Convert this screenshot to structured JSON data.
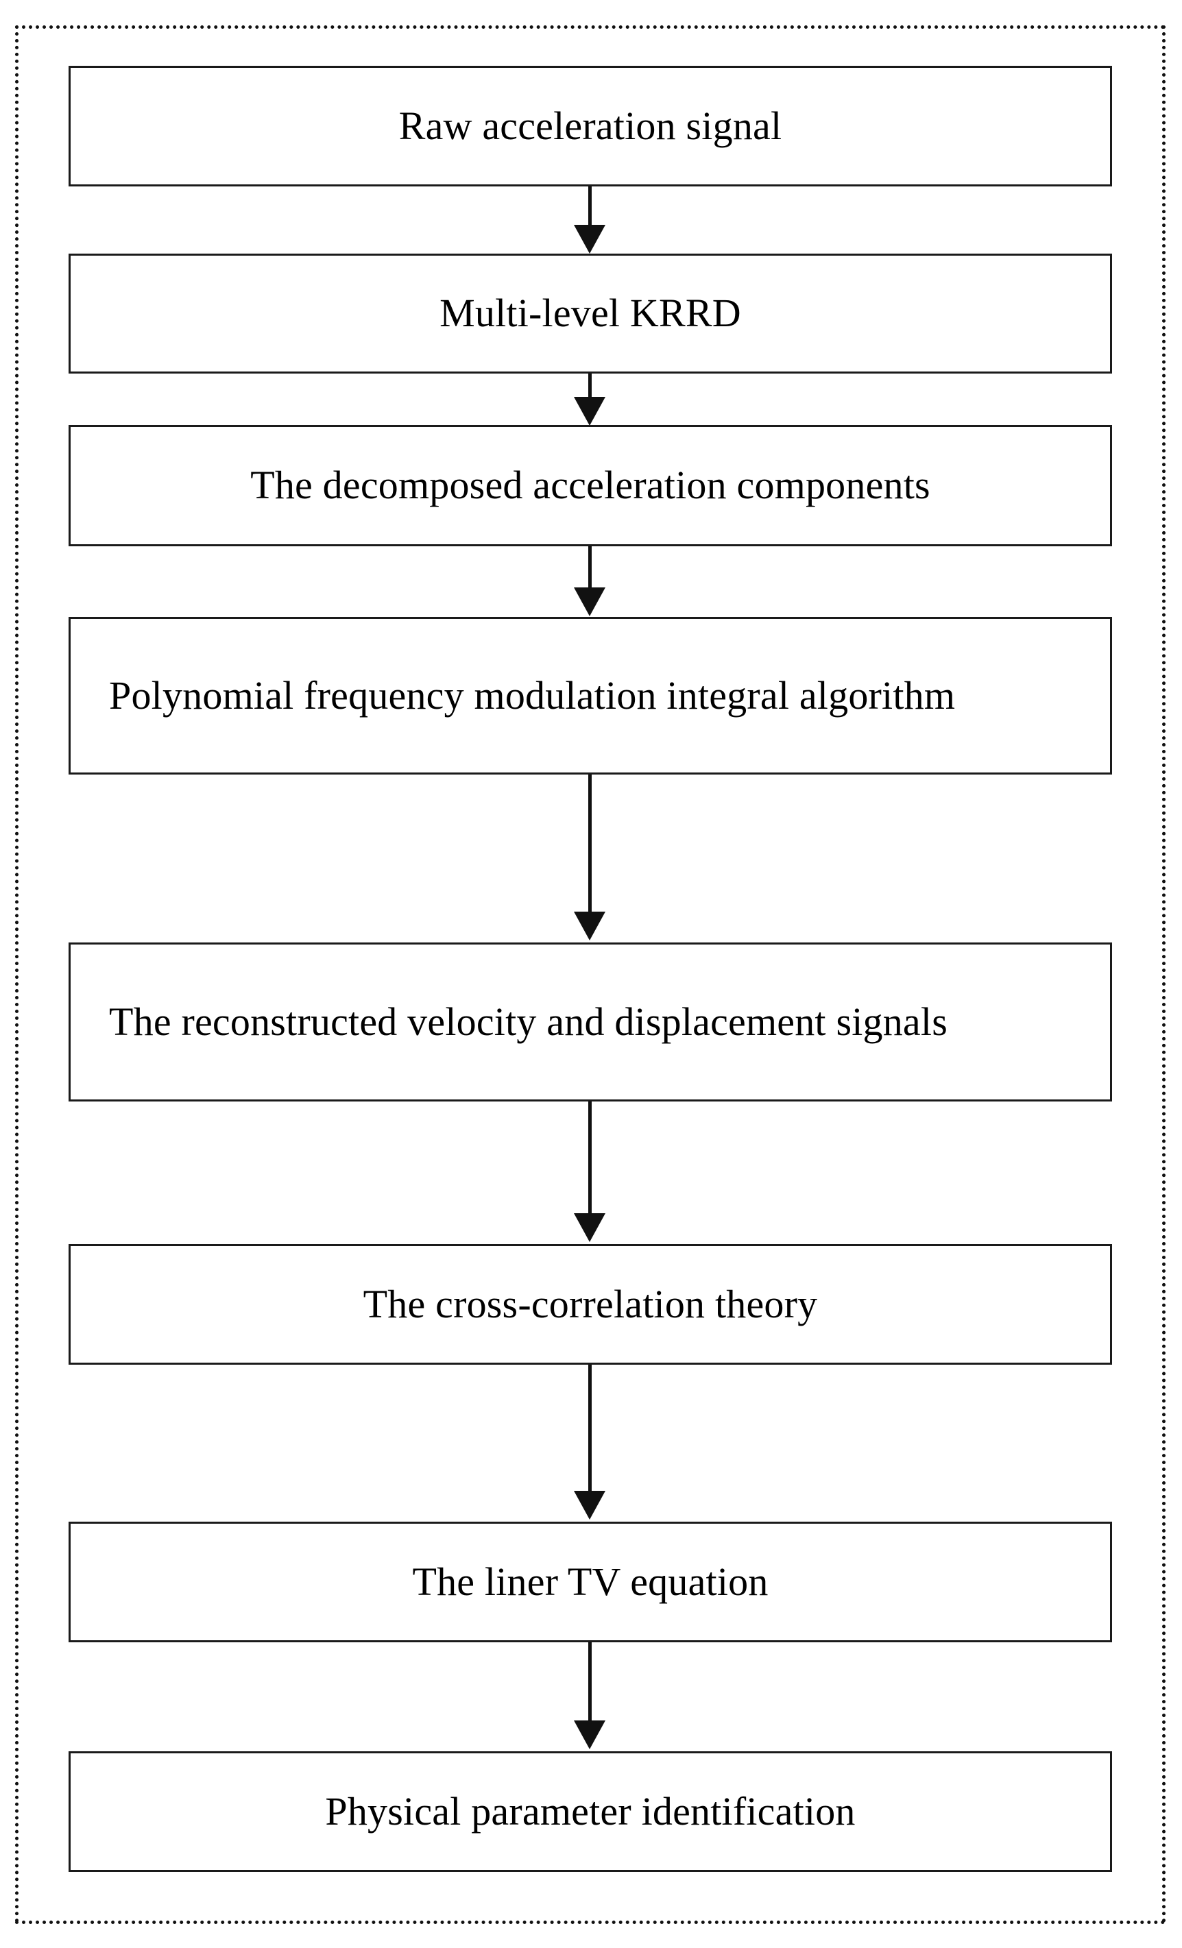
{
  "diagram": {
    "type": "flowchart",
    "orientation": "top-to-bottom",
    "frame_style": "dotted",
    "accent_color": "#111111",
    "box_border_color": "#1a1a1a",
    "box_fill_color": "#ffffff",
    "nodes": [
      {
        "id": "n1",
        "label": "Raw acceleration signal",
        "lines": 1,
        "align": "center"
      },
      {
        "id": "n2",
        "label": "Multi-level KRRD",
        "lines": 1,
        "align": "center"
      },
      {
        "id": "n3",
        "label": "The decomposed acceleration components",
        "lines": 1,
        "align": "center"
      },
      {
        "id": "n4",
        "label": "Polynomial frequency modulation integral algorithm",
        "lines": 2,
        "align": "justify"
      },
      {
        "id": "n5",
        "label": "The reconstructed velocity and displacement signals",
        "lines": 2,
        "align": "justify"
      },
      {
        "id": "n6",
        "label": "The cross-correlation theory",
        "lines": 1,
        "align": "center"
      },
      {
        "id": "n7",
        "label": "The liner TV equation",
        "lines": 1,
        "align": "center"
      },
      {
        "id": "n8",
        "label": "Physical parameter identification",
        "lines": 1,
        "align": "center"
      }
    ],
    "edges": [
      {
        "from": "n1",
        "to": "n2",
        "marker": "arrow-down"
      },
      {
        "from": "n2",
        "to": "n3",
        "marker": "arrow-down"
      },
      {
        "from": "n3",
        "to": "n4",
        "marker": "arrow-down"
      },
      {
        "from": "n4",
        "to": "n5",
        "marker": "arrow-down"
      },
      {
        "from": "n5",
        "to": "n6",
        "marker": "arrow-down"
      },
      {
        "from": "n6",
        "to": "n7",
        "marker": "arrow-down"
      },
      {
        "from": "n7",
        "to": "n8",
        "marker": "arrow-down"
      }
    ]
  }
}
